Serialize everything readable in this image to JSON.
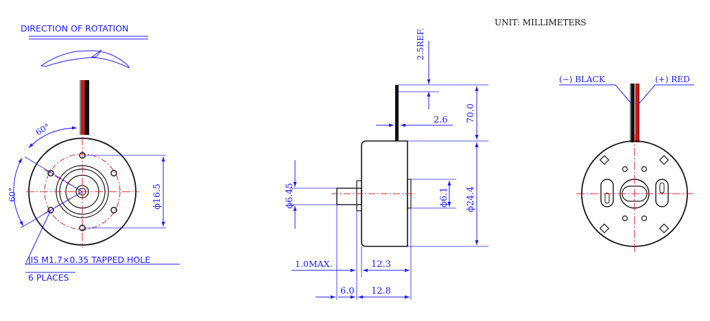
{
  "drawing": {
    "unit_label": "UNIT: MILLIMETERS",
    "rotation": {
      "title": "DIRECTION OF ROTATION"
    },
    "front_view": {
      "angle_top": "60°",
      "angle_left": "60°",
      "pitch_diameter": "ϕ16.5",
      "tapped_hole_note_line1": "JIS M1.7×0.35 TAPPED HOLE",
      "tapped_hole_note_line2": "6 PLACES"
    },
    "side_view": {
      "lead_offset": "2.5REF.",
      "lead_length": "70.0",
      "lead_spacing": "2.6",
      "shaft_diameter": "ϕ6.45",
      "boss_diameter": "ϕ6.1",
      "body_diameter": "ϕ24.4",
      "boss_height": "1.0MAX.",
      "body_length_inner": "12.3",
      "shaft_length": "6.0",
      "body_length_outer": "12.8"
    },
    "rear_view": {
      "negative_lead": "(−) BLACK",
      "positive_lead": "(+) RED"
    },
    "colors": {
      "dimension": "#1a1aff",
      "centerline": "#e02020",
      "outline": "#111111",
      "red_wire": "#e01010",
      "black_wire": "#111111"
    }
  }
}
